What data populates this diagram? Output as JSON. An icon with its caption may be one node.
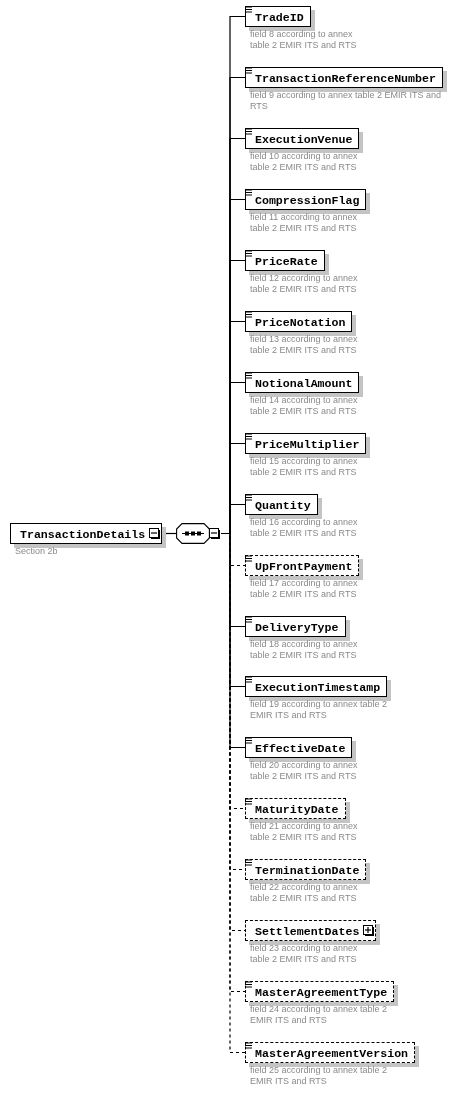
{
  "diagram": {
    "nodes": [
      {
        "text": [
          "TransactionDetails"
        ],
        "beside": [
          "Section 2b"
        ]
      },
      {
        "text": [],
        "shape": "octagon"
      },
      {
        "text": [
          "TradeID"
        ],
        "beside": [
          "field 8 according to annex table 2 EMIR ITS and RTS"
        ]
      },
      {
        "text": [
          "TransactionReferenceNumber"
        ],
        "beside": [
          "field 9 according to annex table 2 EMIR ITS and RTS"
        ]
      },
      {
        "text": [
          "ExecutionVenue"
        ],
        "beside": [
          "field 10 according to annex table 2 EMIR ITS and RTS"
        ]
      },
      {
        "text": [
          "CompressionFlag"
        ],
        "beside": [
          "field 11 according to annex table 2 EMIR ITS and RTS"
        ]
      },
      {
        "text": [
          "PriceRate"
        ],
        "beside": [
          "field 12 according to annex table 2 EMIR ITS and RTS"
        ]
      },
      {
        "text": [
          "PriceNotation"
        ],
        "beside": [
          "field 13 according to annex table 2 EMIR ITS and RTS"
        ]
      },
      {
        "text": [
          "NotionalAmount"
        ],
        "beside": [
          "field 14 according to annex table 2 EMIR ITS and RTS"
        ]
      },
      {
        "text": [
          "PriceMultiplier"
        ],
        "beside": [
          "field 15 according to annex table 2 EMIR ITS and RTS"
        ]
      },
      {
        "text": [
          "Quantity"
        ],
        "beside": [
          "field 16 according to annex table 2 EMIR ITS and RTS"
        ]
      },
      {
        "text": [
          "UpFrontPayment"
        ],
        "beside": [
          "field 17 according to annex table 2 EMIR ITS and RTS"
        ]
      },
      {
        "text": [
          "DeliveryType"
        ],
        "beside": [
          "field 18 according to annex table 2 EMIR ITS and RTS"
        ]
      },
      {
        "text": [
          "ExecutionTimestamp"
        ],
        "beside": [
          "field 19 according to annex table 2 EMIR ITS and RTS"
        ]
      },
      {
        "text": [
          "EffectiveDate"
        ],
        "beside": [
          "field 20 according to annex table 2 EMIR ITS and RTS"
        ]
      },
      {
        "text": [
          "MaturityDate"
        ],
        "beside": [
          "field 21 according to annex table 2 EMIR ITS and RTS"
        ]
      },
      {
        "text": [
          "TerminationDate"
        ],
        "beside": [
          "field 22 according to annex table 2 EMIR ITS and RTS"
        ]
      },
      {
        "text": [
          "SettlementDates"
        ],
        "beside": [
          "field 23 according to annex table 2 EMIR ITS and RTS"
        ]
      },
      {
        "text": [
          "MasterAgreementType"
        ],
        "beside": [
          "field 24 according to annex table 2 EMIR ITS and RTS"
        ]
      },
      {
        "text": [
          "MasterAgreementVersion"
        ],
        "beside": [
          "field 25 according to annex table 2 EMIR ITS and RTS"
        ]
      }
    ],
    "edges": [
      {
        "from": 0,
        "to": 1,
        "arrow": "none"
      },
      {
        "from": 1,
        "to": 2,
        "arrow": "none"
      },
      {
        "from": 1,
        "to": 3,
        "arrow": "none"
      },
      {
        "from": 1,
        "to": 4,
        "arrow": "none"
      },
      {
        "from": 1,
        "to": 5,
        "arrow": "none"
      },
      {
        "from": 1,
        "to": 6,
        "arrow": "none"
      },
      {
        "from": 1,
        "to": 7,
        "arrow": "none"
      },
      {
        "from": 1,
        "to": 8,
        "arrow": "none"
      },
      {
        "from": 1,
        "to": 9,
        "arrow": "none"
      },
      {
        "from": 1,
        "to": 10,
        "arrow": "none"
      },
      {
        "from": 1,
        "to": 11,
        "arrow": "none",
        "style": "dashed"
      },
      {
        "from": 1,
        "to": 12,
        "arrow": "none"
      },
      {
        "from": 1,
        "to": 13,
        "arrow": "none"
      },
      {
        "from": 1,
        "to": 14,
        "arrow": "none"
      },
      {
        "from": 1,
        "to": 15,
        "arrow": "none",
        "style": "dashed"
      },
      {
        "from": 1,
        "to": 16,
        "arrow": "none",
        "style": "dashed"
      },
      {
        "from": 1,
        "to": 17,
        "arrow": "none",
        "style": "dashed"
      },
      {
        "from": 1,
        "to": 18,
        "arrow": "none",
        "style": "dashed"
      },
      {
        "from": 1,
        "to": 19,
        "arrow": "none",
        "style": "dashed"
      }
    ]
  }
}
